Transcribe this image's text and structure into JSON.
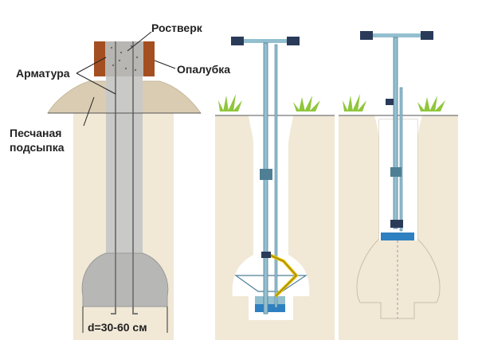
{
  "labels": {
    "rostverk": "Ростверк",
    "armatura": "Арматура",
    "opalubka": "Опалубка",
    "pesok_line1": "Песчаная",
    "pesok_line2": "подсыпка",
    "diameter": "d=30-60 см"
  },
  "colors": {
    "soil": "#f1e8d6",
    "sand": "#d9ccb3",
    "concrete": "#d0d0cf",
    "concrete_dark": "#a9a9a9",
    "formwork": "#a44f22",
    "rostverk": "#b8b6b2",
    "steel": "#93bfcf",
    "steel_dark": "#4f7f95",
    "water": "#2f80c0",
    "grass": "#8fc63b",
    "handle": "#2a3b5a",
    "linkage": "#e6c20a"
  },
  "icons": [
    "auger-drill-icon",
    "grass-icon",
    "rebar-icon"
  ]
}
